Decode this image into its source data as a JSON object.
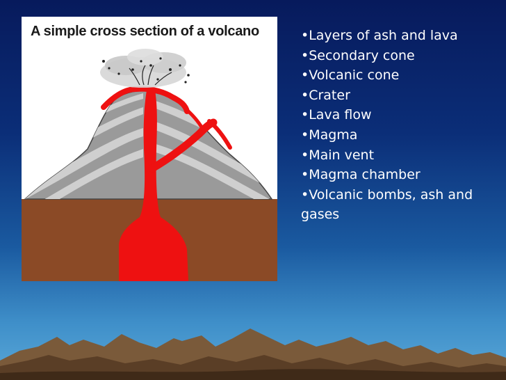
{
  "slide": {
    "figure": {
      "title": "A simple cross section of a volcano"
    },
    "labels": [
      "•Layers of ash and lava",
      "•Secondary cone",
      "•Volcanic cone",
      "•Crater",
      "•Lava flow",
      "•Magma",
      "•Main vent",
      "•Magma chamber",
      "•Volcanic bombs, ash and gases"
    ]
  },
  "colors": {
    "background_top": "#071a5c",
    "background_bottom": "#5aa8d8",
    "rock_grey": "#9a9a9a",
    "rock_stripe": "#cfcfcf",
    "ground_brown": "#8b4a26",
    "lava_red": "#ee1111",
    "label_text": "#ffffff"
  }
}
